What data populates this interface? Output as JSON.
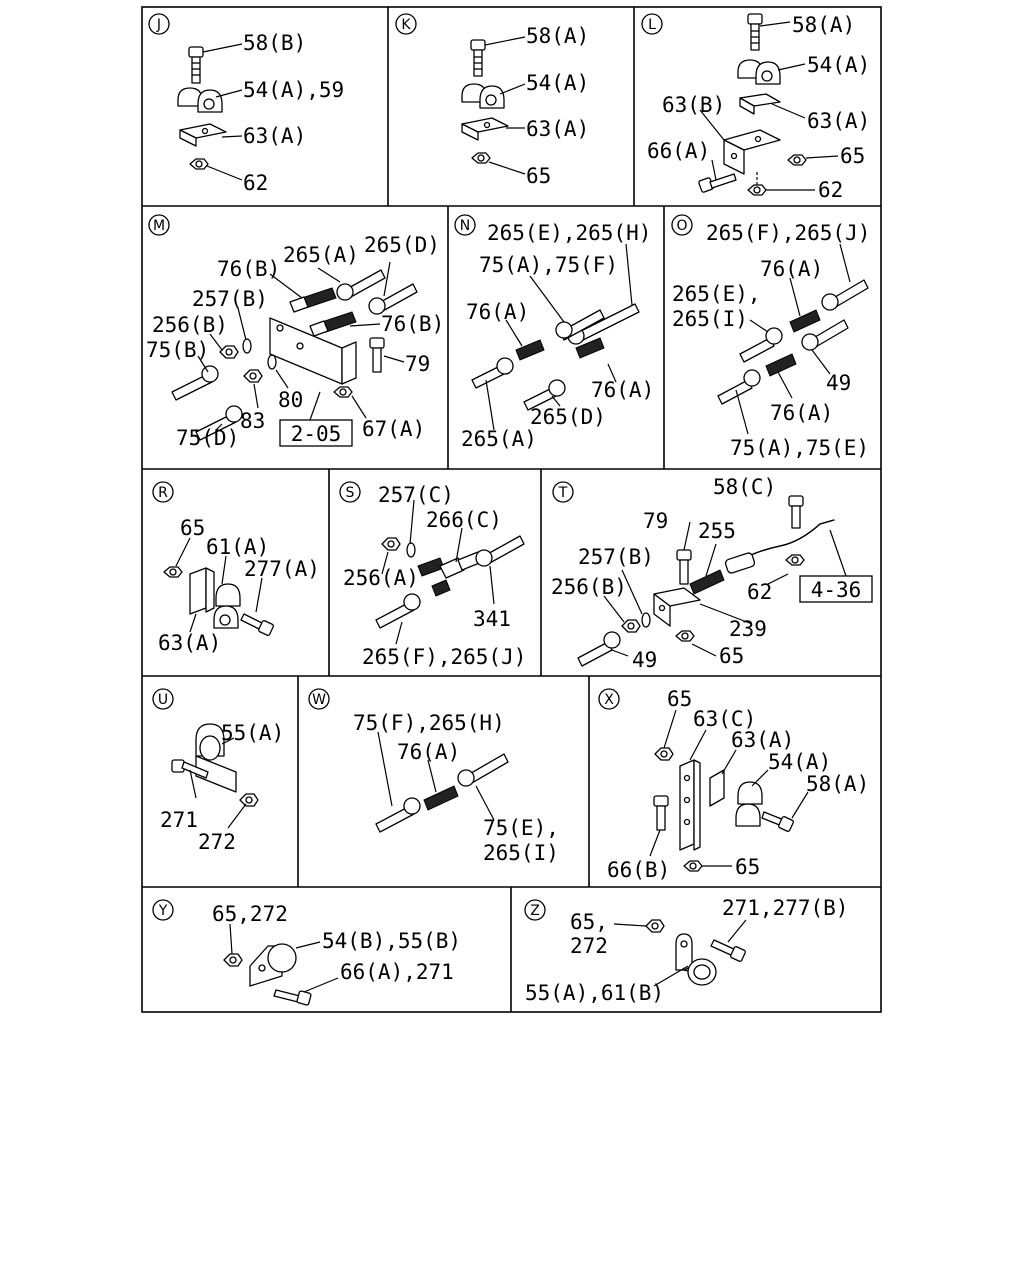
{
  "panels": [
    {
      "key": "J",
      "labels": [
        "58(B)",
        "54(A),59",
        "63(A)",
        "62"
      ]
    },
    {
      "key": "K",
      "labels": [
        "58(A)",
        "54(A)",
        "63(A)",
        "65"
      ]
    },
    {
      "key": "L",
      "labels": [
        "58(A)",
        "54(A)",
        "63(B)",
        "63(A)",
        "66(A)",
        "65",
        "62"
      ]
    },
    {
      "key": "M",
      "labels": [
        "76(B)",
        "265(A)",
        "265(D)",
        "257(B)",
        "256(B)",
        "76(B)",
        "75(B)",
        "79",
        "80",
        "83",
        "75(D)",
        "67(A)"
      ],
      "ref": "2-05"
    },
    {
      "key": "N",
      "labels": [
        "265(E),265(H)",
        "75(A),75(F)",
        "76(A)",
        "76(A)",
        "265(D)",
        "265(A)"
      ]
    },
    {
      "key": "O",
      "labels": [
        "265(F),265(J)",
        "76(A)",
        "265(E),",
        "265(I)",
        "49",
        "76(A)",
        "75(A),75(E)"
      ]
    },
    {
      "key": "R",
      "labels": [
        "65",
        "61(A)",
        "277(A)",
        "63(A)"
      ]
    },
    {
      "key": "S",
      "labels": [
        "257(C)",
        "266(C)",
        "256(A)",
        "341",
        "265(F),265(J)"
      ]
    },
    {
      "key": "T",
      "labels": [
        "58(C)",
        "79",
        "255",
        "257(B)",
        "256(B)",
        "62",
        "239",
        "49",
        "65"
      ],
      "ref": "4-36"
    },
    {
      "key": "U",
      "labels": [
        "55(A)",
        "271",
        "272"
      ]
    },
    {
      "key": "W",
      "labels": [
        "75(F),265(H)",
        "76(A)",
        "75(E),",
        "265(I)"
      ]
    },
    {
      "key": "X",
      "labels": [
        "65",
        "63(C)",
        "63(A)",
        "54(A)",
        "58(A)",
        "66(B)",
        "65"
      ]
    },
    {
      "key": "Y",
      "labels": [
        "65,272",
        "54(B),55(B)",
        "66(A),271"
      ]
    },
    {
      "key": "Z",
      "labels": [
        "65,",
        "272",
        "271,277(B)",
        "55(A),61(B)"
      ]
    }
  ]
}
